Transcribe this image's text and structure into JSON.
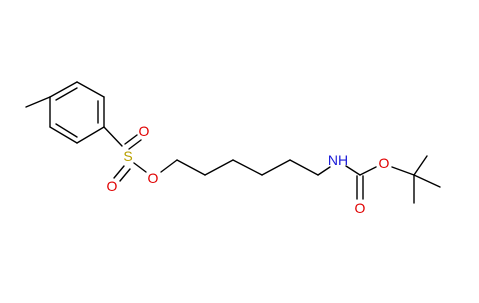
{
  "molecule": {
    "atoms": {
      "S": "S",
      "O_sulfonyl_top": "O",
      "O_sulfonyl_bottom": "O",
      "O_ester": "O",
      "N": "NH",
      "O_carbonyl": "O",
      "O_carbamate": "O"
    },
    "colors": {
      "bond": "#000000",
      "sulfur": "#b8a000",
      "oxygen": "#e00000",
      "nitrogen": "#1a1ad8"
    }
  }
}
